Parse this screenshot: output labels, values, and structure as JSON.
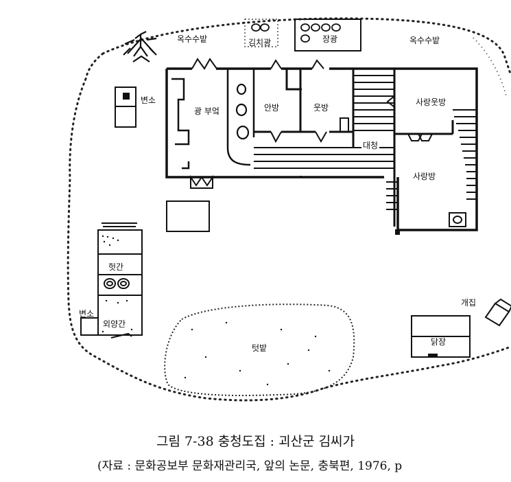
{
  "labels": {
    "oksusu_left": "옥수수밭",
    "kimchi_gwang": "김치광",
    "jang_gwang": "장광",
    "oksusu_right": "옥수수밭",
    "byeonso_top": "변소",
    "gwang_bueok": "광 부엌",
    "anbang": "안방",
    "utbang": "웃방",
    "sarang_utbang": "사랑웃방",
    "daecheong": "대청",
    "sarangbang": "사랑방",
    "heotgan": "헛간",
    "oeyanggan": "외양간",
    "byeonso_bottom": "변소",
    "teotbat": "텃밭",
    "gaejip": "개집",
    "dakjang": "닭장"
  },
  "caption": {
    "title": "그림 7-38  충청도집 : 괴산군 김씨가",
    "source": "(자료 : 문화공보부 문화재관리국,  앞의 논문,  충북편,  1976, p"
  }
}
